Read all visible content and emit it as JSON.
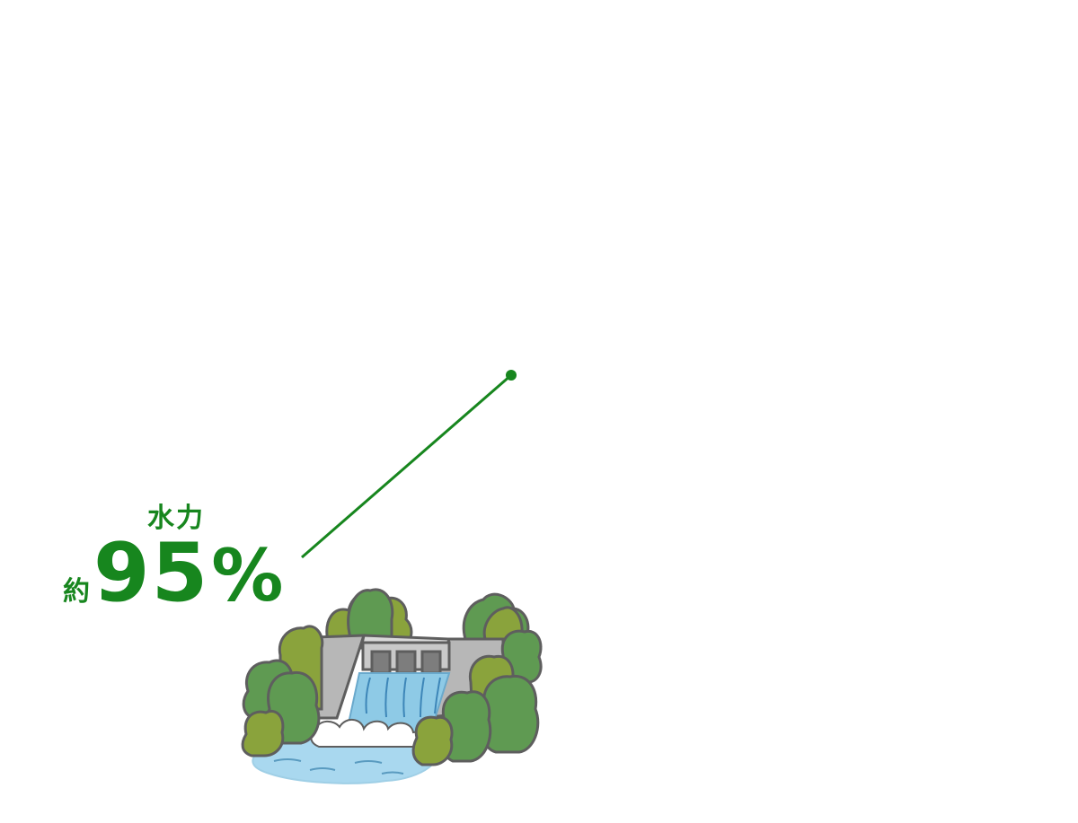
{
  "callout": {
    "category": "水力",
    "prefix": "約",
    "number": "95",
    "unit": "%",
    "accent_color": "#17861e"
  },
  "illustration": {
    "icon": "hydroelectric-dam-icon"
  }
}
